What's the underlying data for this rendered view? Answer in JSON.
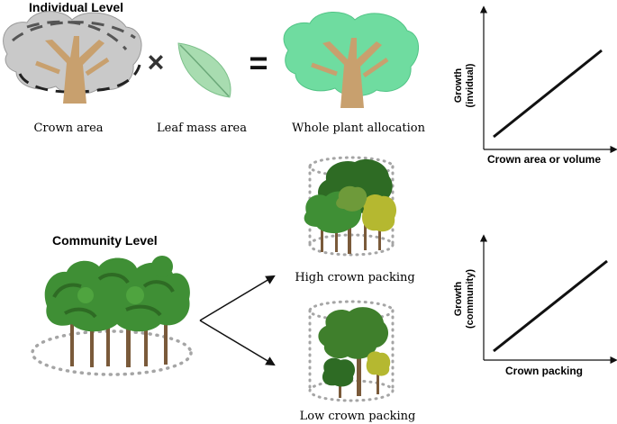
{
  "individual": {
    "heading": "Individual Level",
    "crown_area_label": "Crown area",
    "leaf_mass_label": "Leaf mass area",
    "whole_plant_label": "Whole plant allocation",
    "multiply_symbol": "×",
    "equals_symbol": "="
  },
  "community": {
    "heading": "Community Level",
    "high_label": "High crown packing",
    "low_label": "Low crown packing"
  },
  "graph_top": {
    "xlabel": "Crown area or volume",
    "ylabel_line1": "Growth",
    "ylabel_line2": "(invidual)"
  },
  "graph_bottom": {
    "xlabel": "Crown packing",
    "ylabel_line1": "Growth",
    "ylabel_line2": "(community)"
  },
  "colors": {
    "crown_grey": "#c9c9c9",
    "trunk": "#c8a06e",
    "leaf_green": "#a8dcb0",
    "allocation_green": "#6fdca0",
    "forest_green": "#3f8f35",
    "dark_green": "#2e6b24",
    "yellow_green": "#b5b830"
  }
}
